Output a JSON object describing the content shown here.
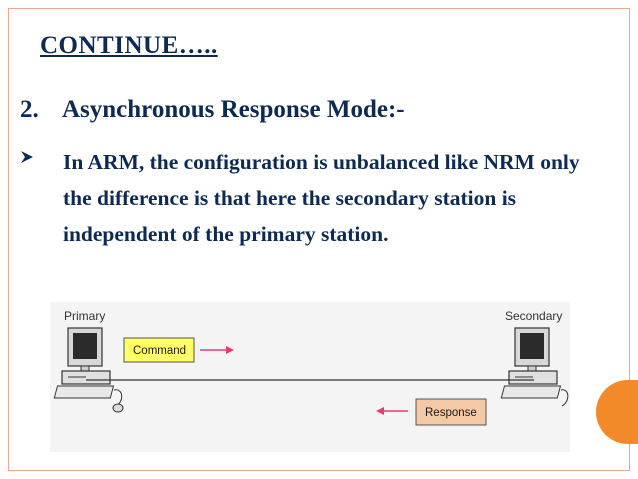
{
  "slide": {
    "title": "CONTINUE…..",
    "heading_number": "2.",
    "heading_text": "Asynchronous Response Mode:-",
    "bullet_icon": "arrow-bullet-icon",
    "bullet_text": "In ARM, the configuration is unbalanced like NRM only the difference is that here the secondary station is independent of the primary station."
  },
  "diagram": {
    "primary_label": "Primary",
    "secondary_label": "Secondary",
    "command_label": "Command",
    "response_label": "Response",
    "command_box_color": "#ffff66",
    "response_box_color": "#f3c9a6",
    "arrow_color": "#e23a7a"
  },
  "colors": {
    "text": "#0d2a52",
    "accent": "#f28a2a",
    "frame": "#e9a98f"
  }
}
